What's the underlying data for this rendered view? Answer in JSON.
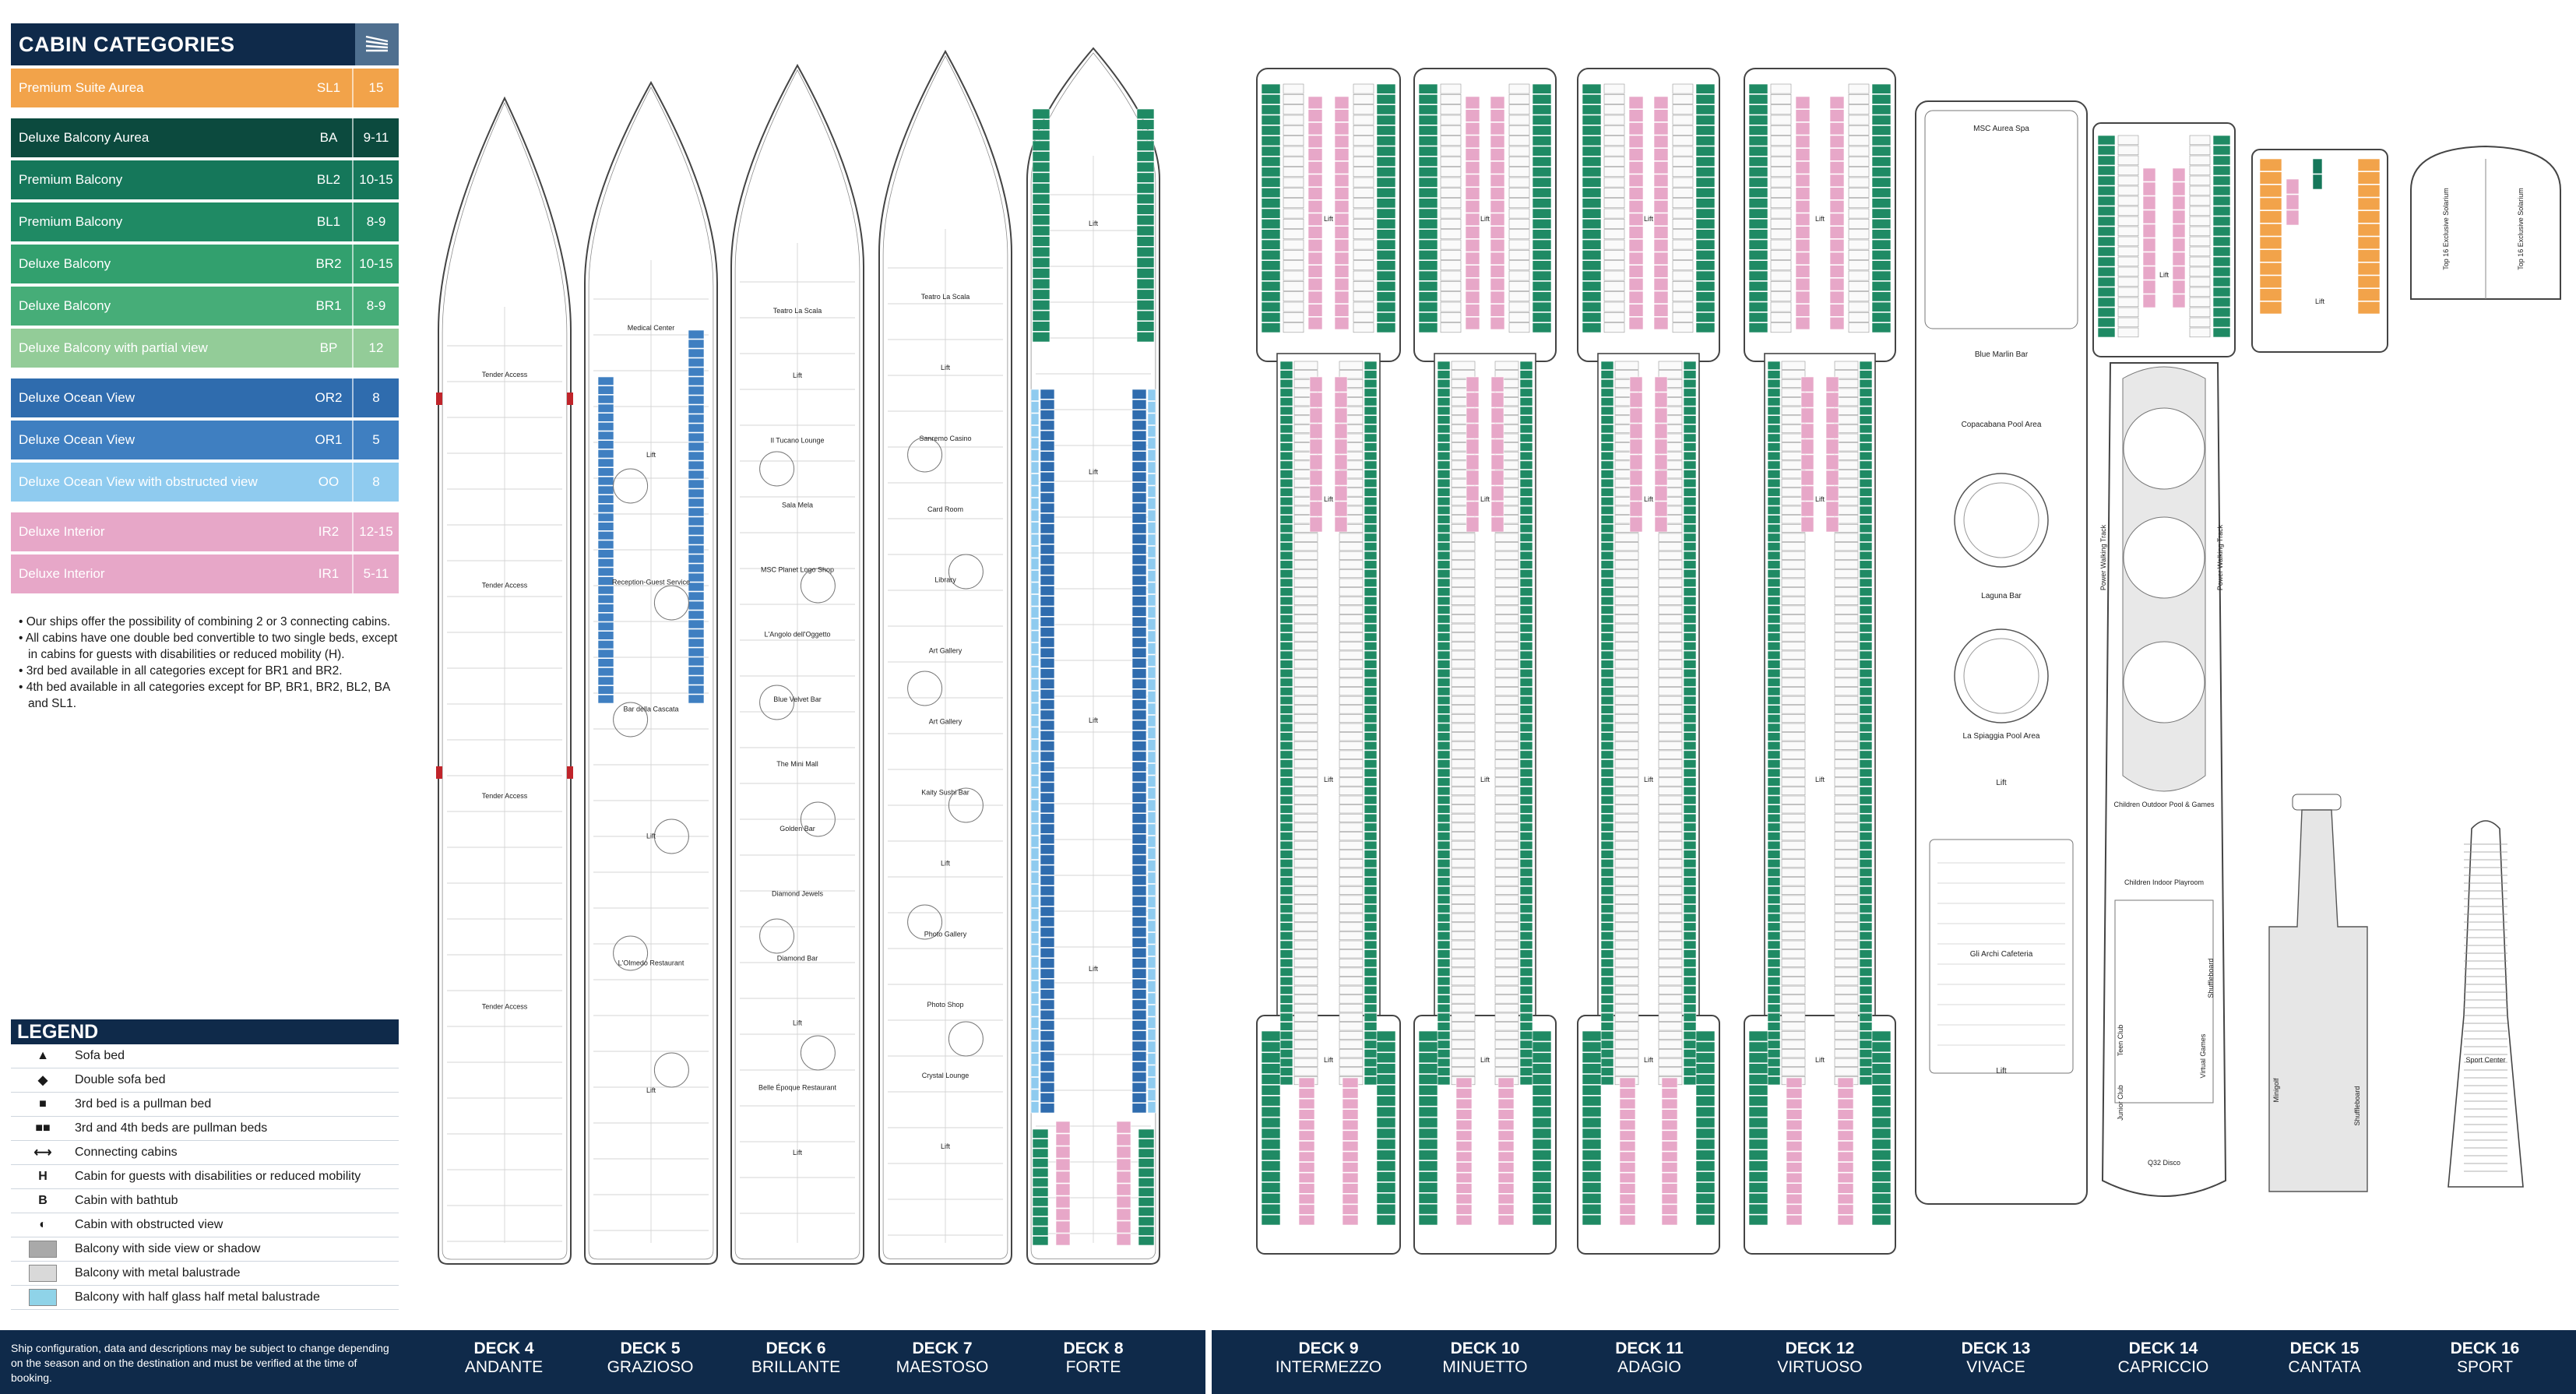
{
  "categories_title": "CABIN CATEGORIES",
  "categories": [
    {
      "name": "Premium Suite Aurea",
      "code": "SL1",
      "decks": "15",
      "color": "#f2a34a",
      "gap": false
    },
    {
      "name": "Deluxe Balcony Aurea",
      "code": "BA",
      "decks": "9-11",
      "color": "#0c4a3e",
      "gap": true
    },
    {
      "name": "Premium Balcony",
      "code": "BL2",
      "decks": "10-15",
      "color": "#15775a",
      "gap": false
    },
    {
      "name": "Premium Balcony",
      "code": "BL1",
      "decks": "8-9",
      "color": "#1f8a64",
      "gap": false
    },
    {
      "name": "Deluxe Balcony",
      "code": "BR2",
      "decks": "10-15",
      "color": "#32a06e",
      "gap": false
    },
    {
      "name": "Deluxe Balcony",
      "code": "BR1",
      "decks": "8-9",
      "color": "#46ad78",
      "gap": false
    },
    {
      "name": "Deluxe Balcony with partial view",
      "code": "BP",
      "decks": "12",
      "color": "#93cc98",
      "gap": false
    },
    {
      "name": "Deluxe Ocean View",
      "code": "OR2",
      "decks": "8",
      "color": "#2f6cae",
      "gap": true
    },
    {
      "name": "Deluxe Ocean View",
      "code": "OR1",
      "decks": "5",
      "color": "#3f7fc1",
      "gap": false
    },
    {
      "name": "Deluxe Ocean View with obstructed view",
      "code": "OO",
      "decks": "8",
      "color": "#8fcbef",
      "gap": false
    },
    {
      "name": "Deluxe Interior",
      "code": "IR2",
      "decks": "12-15",
      "color": "#e7a7c8",
      "gap": true
    },
    {
      "name": "Deluxe Interior",
      "code": "IR1",
      "decks": "5-11",
      "color": "#e7a7c8",
      "gap": false
    }
  ],
  "notes": [
    "• Our ships offer the possibility of combining 2 or 3 connecting cabins.",
    "• All cabins have one double bed convertible to two single beds, except in cabins for guests with disabilities or reduced mobility (H).",
    "• 3rd bed available in all categories except for BR1 and BR2.",
    "• 4th bed available in all categories except for BP, BR1, BR2, BL2, BA and SL1."
  ],
  "legend_title": "LEGEND",
  "legend": [
    {
      "symbol": "▲",
      "label": "Sofa bed",
      "swatch": ""
    },
    {
      "symbol": "◆",
      "label": "Double sofa bed",
      "swatch": ""
    },
    {
      "symbol": "■",
      "label": "3rd bed is a pullman bed",
      "swatch": ""
    },
    {
      "symbol": "■■",
      "label": "3rd and 4th beds are pullman beds",
      "swatch": ""
    },
    {
      "symbol": "⟷",
      "label": "Connecting cabins",
      "swatch": ""
    },
    {
      "symbol": "H",
      "label": "Cabin for guests with disabilities or reduced mobility",
      "swatch": ""
    },
    {
      "symbol": "B",
      "label": "Cabin with bathtub",
      "swatch": ""
    },
    {
      "symbol": "◐",
      "label": "Cabin with obstructed view",
      "swatch": ""
    },
    {
      "symbol": "",
      "label": "Balcony with side view or shadow",
      "swatch": "#a9a9a9"
    },
    {
      "symbol": "",
      "label": "Balcony with metal balustrade",
      "swatch": "#d9d9d9"
    },
    {
      "symbol": "",
      "label": "Balcony with half glass half metal balustrade",
      "swatch": "#8fd3e8"
    }
  ],
  "disclaimer": "Ship configuration, data and descriptions may be subject to change depending on the season and on the destination and must be verified at the time of booking.",
  "decks": [
    {
      "num": "DECK 4",
      "name": "ANDANTE"
    },
    {
      "num": "DECK 5",
      "name": "GRAZIOSO"
    },
    {
      "num": "DECK 6",
      "name": "BRILLANTE"
    },
    {
      "num": "DECK 7",
      "name": "MAESTOSO"
    },
    {
      "num": "DECK 8",
      "name": "FORTE"
    },
    {
      "num": "DECK 9",
      "name": "INTERMEZZO"
    },
    {
      "num": "DECK 10",
      "name": "MINUETTO"
    },
    {
      "num": "DECK 11",
      "name": "ADAGIO"
    },
    {
      "num": "DECK 12",
      "name": "VIRTUOSO"
    },
    {
      "num": "DECK 13",
      "name": "VIVACE"
    },
    {
      "num": "DECK 14",
      "name": "CAPRICCIO"
    },
    {
      "num": "DECK 15",
      "name": "CANTATA"
    },
    {
      "num": "DECK 16",
      "name": "SPORT"
    }
  ],
  "plan_labels": {
    "d4": [
      "Tender Access",
      "Tender Access",
      "Tender Access",
      "Tender Access"
    ],
    "d5": [
      "Medical Center",
      "Lift",
      "Reception-Guest Service",
      "Bar della Cascata",
      "Lift",
      "L'Olmedo Restaurant",
      "Lift"
    ],
    "d6": [
      "Teatro La Scala",
      "Lift",
      "Il Tucano Lounge",
      "Sala Mela",
      "MSC Planet Logo Shop",
      "L'Angolo dell'Oggetto",
      "Blue Velvet Bar",
      "The Mini Mall",
      "Golden Bar",
      "Diamond Jewels",
      "Diamond Bar",
      "Lift",
      "Belle Époque Restaurant",
      "Lift"
    ],
    "d7": [
      "Teatro La Scala",
      "Lift",
      "Sanremo Casino",
      "Card Room",
      "Library",
      "Art Gallery",
      "Art Gallery",
      "Kaity Sushi Bar",
      "Lift",
      "Photo Gallery",
      "Photo Shop",
      "Crystal Lounge",
      "Lift"
    ],
    "d8": [
      "Lift",
      "Lift",
      "Lift",
      "Lift"
    ],
    "d9": [
      "Lift",
      "Lift",
      "Lift",
      "Lift"
    ],
    "d10": [
      "Lift",
      "Lift",
      "Lift",
      "Lift"
    ],
    "d11": [
      "Lift",
      "Lift",
      "Lift",
      "Lift"
    ],
    "d12": [
      "Lift",
      "Lift",
      "Lift",
      "Lift"
    ],
    "d13": [
      "MSC Aurea Spa",
      "Blue Marlin Bar",
      "Copacabana Pool Area",
      "Laguna Bar",
      "La Spiaggia Pool Area",
      "Lift",
      "Gli Archi Cafeteria",
      "Lift"
    ],
    "d14": [
      "Lift",
      "Power Walking Track",
      "Power Walking Track",
      "Children Outdoor Pool & Games",
      "Children Indoor Playroom",
      "Teen Club",
      "Junior Club",
      "Virtual Games",
      "Shuffleboard",
      "Q32 Disco"
    ],
    "d15": [
      "Lift",
      "Minigolf",
      "Shuffleboard"
    ],
    "d16": [
      "Top 16 Exclusive Solarium",
      "Top 16 Exclusive Solarium",
      "Sport Center"
    ]
  }
}
